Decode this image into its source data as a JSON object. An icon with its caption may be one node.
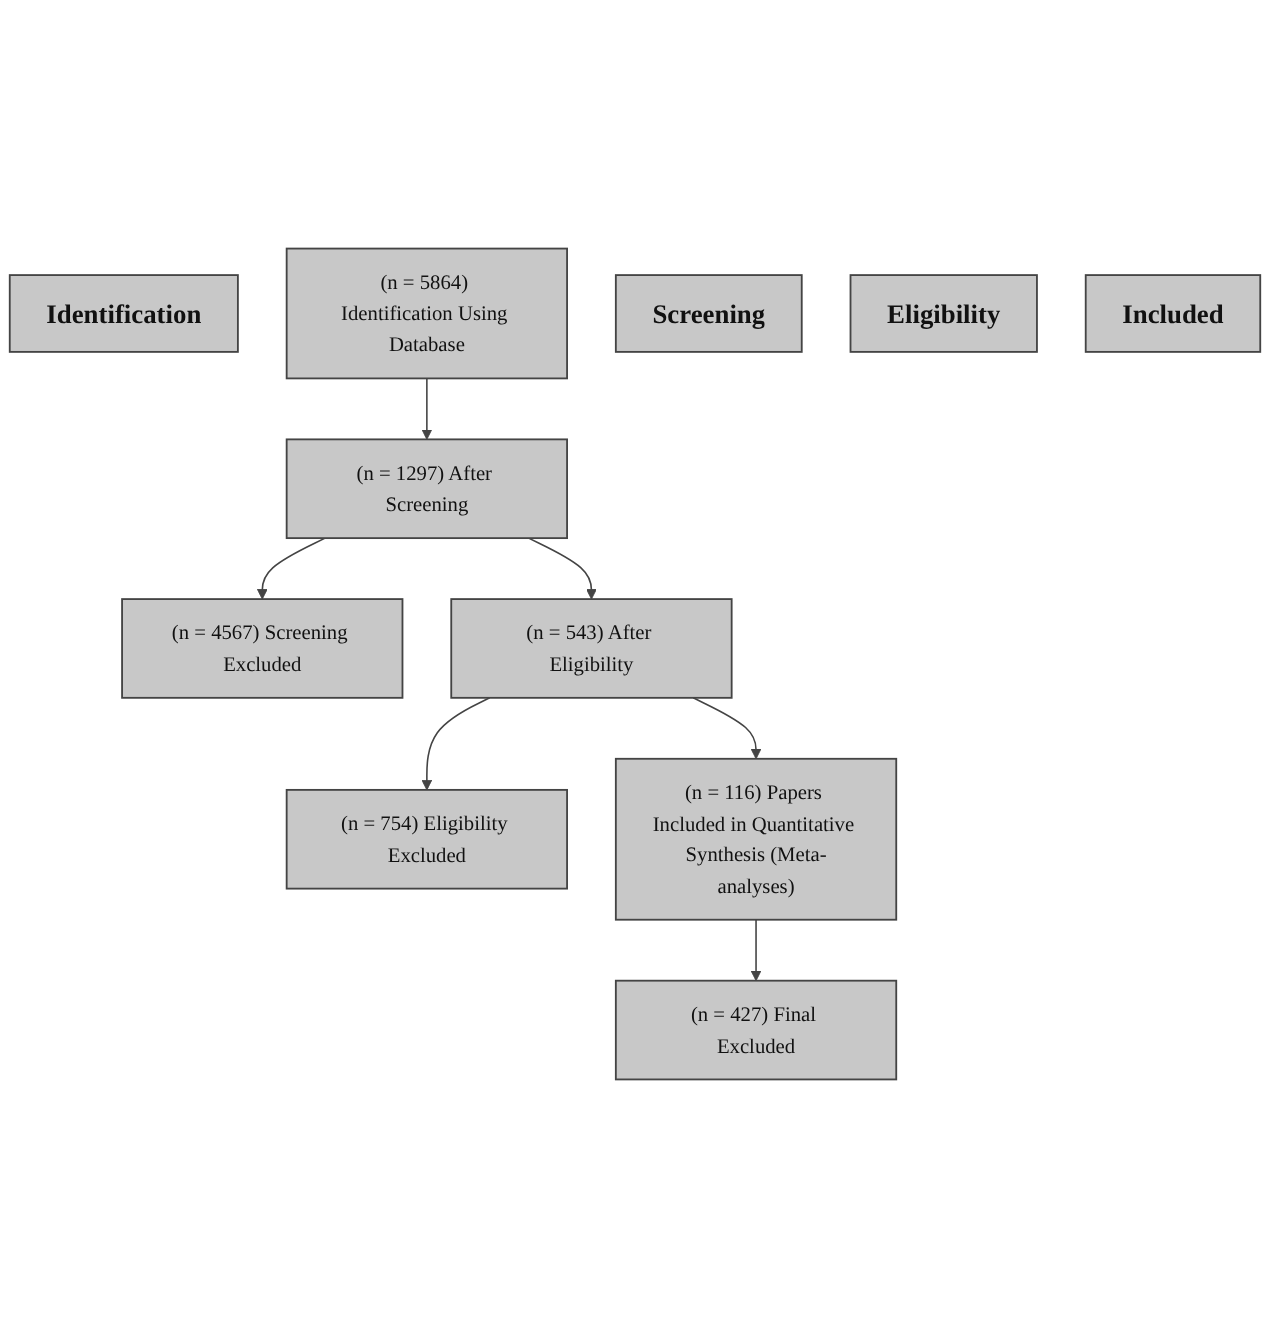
{
  "diagram": {
    "nodes": [
      {
        "text": [
          "Identification"
        ]
      },
      {
        "text": [
          "(n = 5864) Identification Using Database"
        ]
      },
      {
        "text": [
          "Screening"
        ]
      },
      {
        "text": [
          "(n = 1297) After Screening"
        ]
      },
      {
        "text": [
          "(n = 4567) Screening Excluded"
        ]
      },
      {
        "text": [
          "Eligibility"
        ]
      },
      {
        "text": [
          "(n = 543) After Eligibility"
        ]
      },
      {
        "text": [
          "(n = 754) Eligibility Excluded"
        ]
      },
      {
        "text": [
          "Included"
        ]
      },
      {
        "text": [
          "(n = 116) Papers Included in Quantitative Synthesis (Meta-analyses)"
        ]
      },
      {
        "text": [
          "(n = 427) Final Excluded"
        ]
      }
    ],
    "edges": [
      {
        "from": 1,
        "to": 3,
        "arrow": "to"
      },
      {
        "from": 3,
        "to": 4,
        "arrow": "to"
      },
      {
        "from": 3,
        "to": 6,
        "arrow": "to"
      },
      {
        "from": 6,
        "to": 7,
        "arrow": "to"
      },
      {
        "from": 6,
        "to": 9,
        "arrow": "to"
      },
      {
        "from": 9,
        "to": 10,
        "arrow": "to"
      }
    ]
  }
}
